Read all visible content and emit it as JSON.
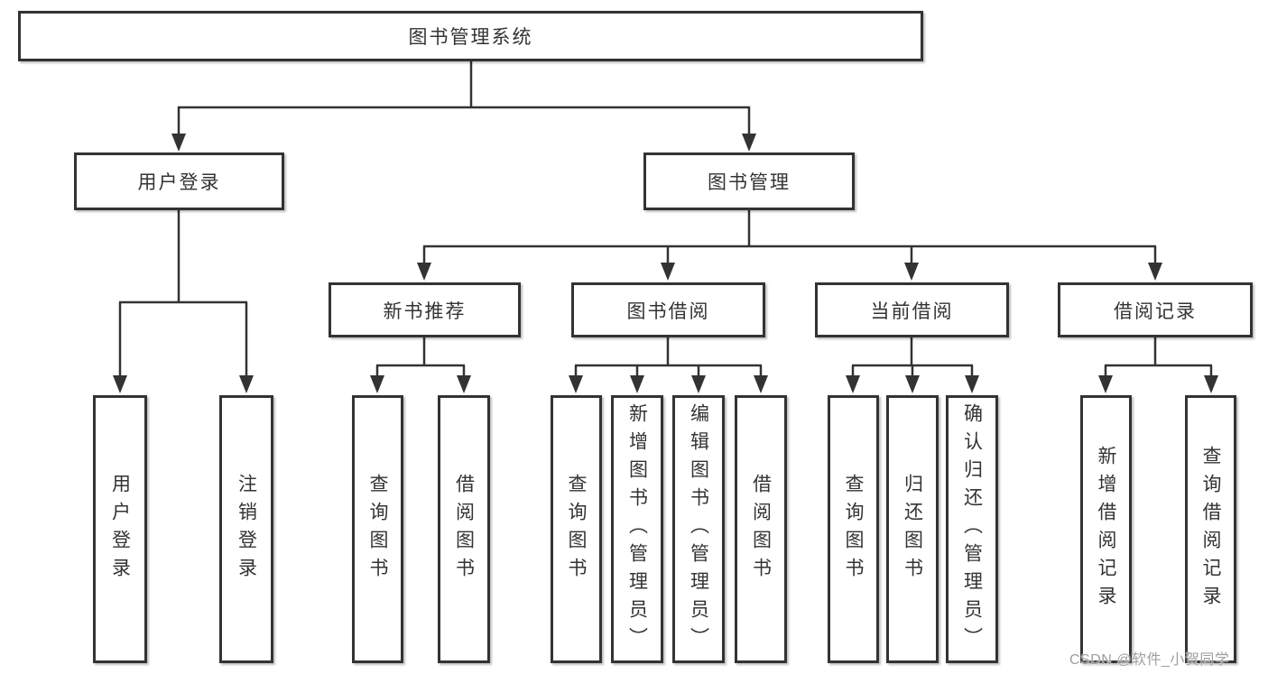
{
  "diagram": {
    "title": "图书管理系统",
    "level2": {
      "user_login": "用户登录",
      "book_mgmt": "图书管理"
    },
    "level3": {
      "new_book_rec": "新书推荐",
      "book_borrow": "图书借阅",
      "current_borrow": "当前借阅",
      "borrow_records": "借阅记录"
    },
    "leaves": {
      "ul_user_login": "用户登录",
      "ul_logout": "注销登录",
      "nb_query_books": "查询图书",
      "nb_borrow_books": "借阅图书",
      "bb_query_books": "查询图书",
      "bb_add_books_admin": "新增图书（管理员）",
      "bb_edit_books_admin": "编辑图书（管理员）",
      "bb_borrow_books": "借阅图书",
      "cb_query_books": "查询图书",
      "cb_return_books": "归还图书",
      "cb_confirm_return_admin": "确认归还（管理员）",
      "br_add_record": "新增借阅记录",
      "br_query_record": "查询借阅记录"
    },
    "watermark": "CSDN @软件_小贺同学",
    "colors": {
      "line": "#333333",
      "text": "#333333",
      "watermark": "#9e9e9e",
      "background": "#ffffff"
    }
  }
}
